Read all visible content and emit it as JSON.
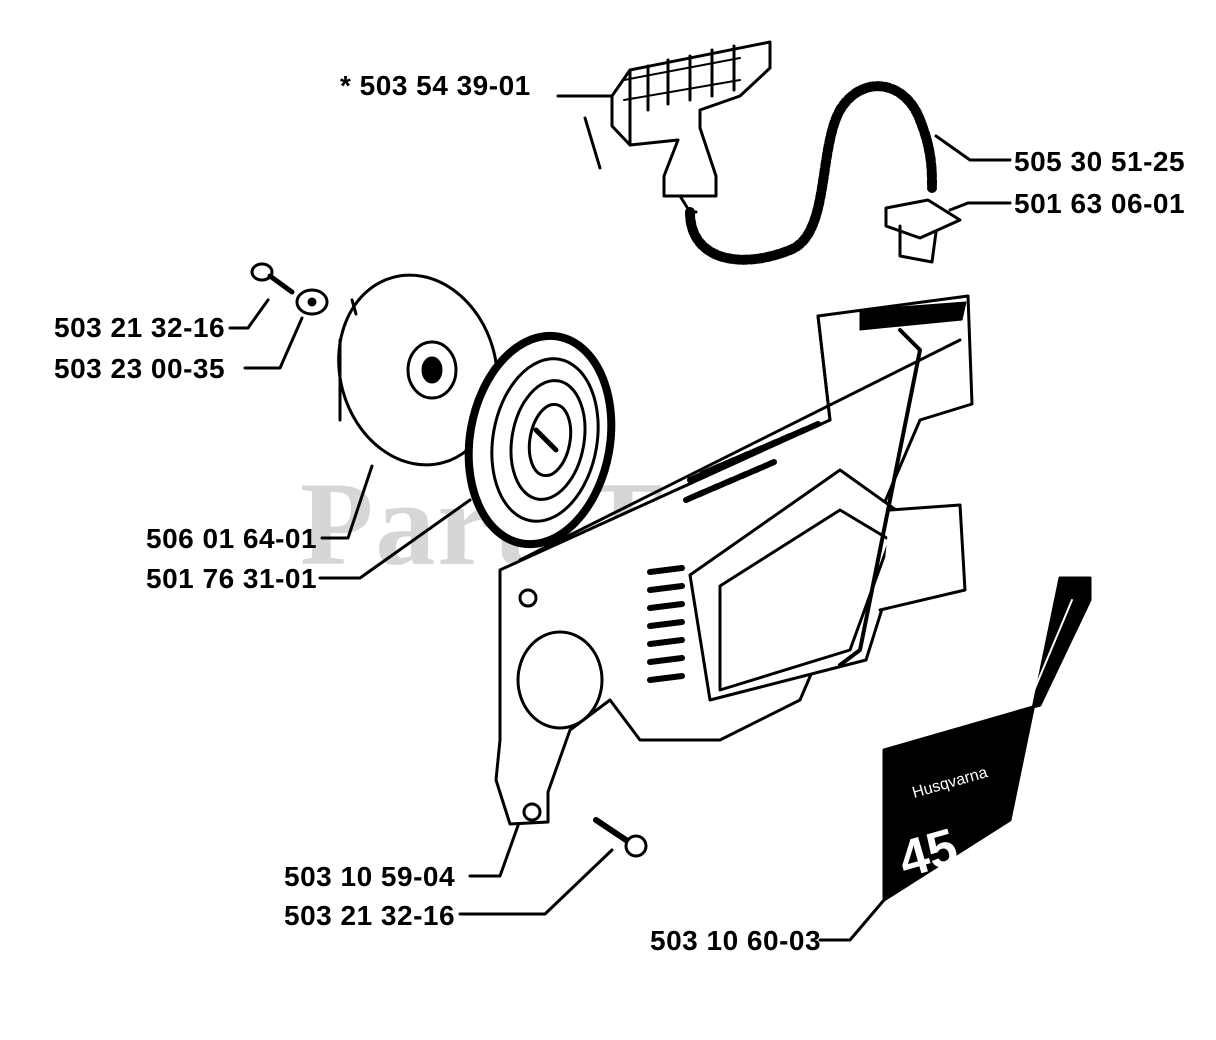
{
  "diagram": {
    "watermark": "PartsTree",
    "decal": {
      "brand": "Husqvarna",
      "model": "45"
    },
    "parts": [
      {
        "id": "handle",
        "number": "* 503 54 39-01"
      },
      {
        "id": "rope",
        "number": "505 30 51-25"
      },
      {
        "id": "grommet",
        "number": "501 63 06-01"
      },
      {
        "id": "screw-top",
        "number": "503 21 32-16"
      },
      {
        "id": "washer",
        "number": "503 23 00-35"
      },
      {
        "id": "pulley",
        "number": "506 01 64-01"
      },
      {
        "id": "spring",
        "number": "501 76 31-01"
      },
      {
        "id": "plate",
        "number": "503 10 59-04"
      },
      {
        "id": "screw-bottom",
        "number": "503 21 32-16"
      },
      {
        "id": "decal",
        "number": "503 10 60-03"
      }
    ]
  }
}
